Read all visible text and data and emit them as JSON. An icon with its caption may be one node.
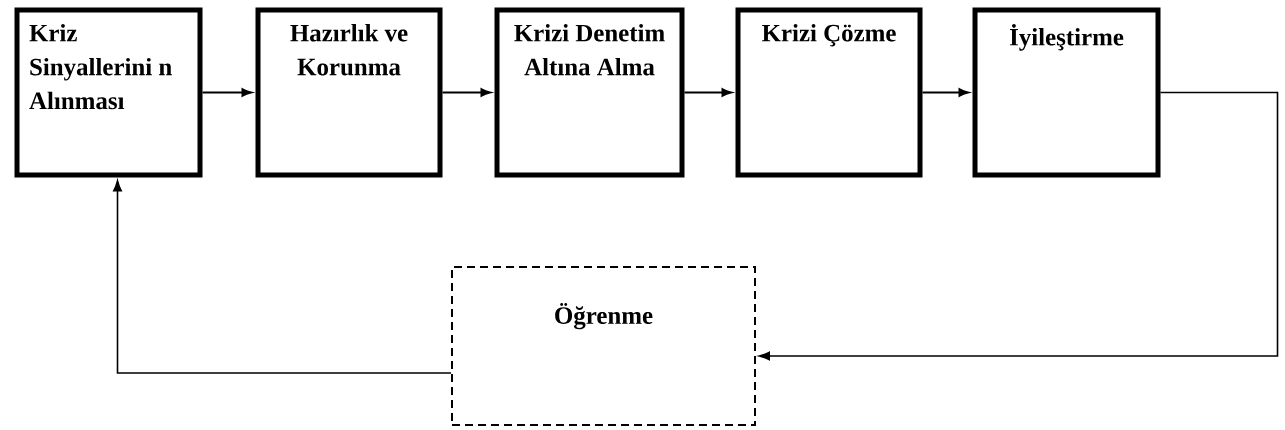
{
  "diagram": {
    "nodes": [
      {
        "text": [
          "Kriz Sinyallerini n Alınması"
        ]
      },
      {
        "text": [
          "Hazırlık ve Korunma"
        ]
      },
      {
        "text": [
          "Krizi Denetim Altına Alma"
        ]
      },
      {
        "text": [
          "Krizi Çözme"
        ]
      },
      {
        "text": [
          "İyileştirme"
        ]
      },
      {
        "text": [
          "Öğrenme"
        ]
      }
    ],
    "edges": [
      {
        "from": 0,
        "to": 1,
        "arrow": "to"
      },
      {
        "from": 1,
        "to": 2,
        "arrow": "to"
      },
      {
        "from": 2,
        "to": 3,
        "arrow": "to"
      },
      {
        "from": 3,
        "to": 4,
        "arrow": "to"
      },
      {
        "from": 4,
        "to": 5,
        "arrow": "to"
      },
      {
        "from": 5,
        "to": 0,
        "arrow": "to"
      }
    ]
  }
}
